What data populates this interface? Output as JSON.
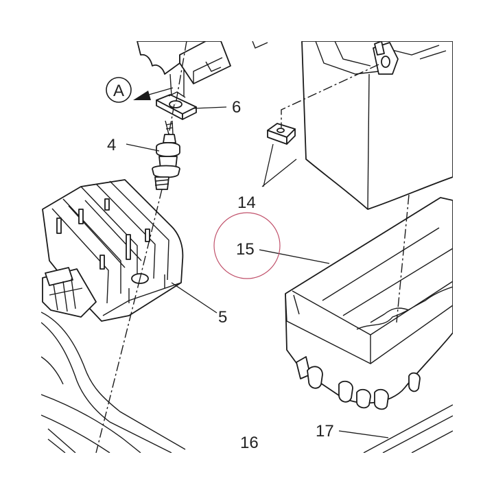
{
  "callouts": {
    "a": "A",
    "p4": "4",
    "p5": "5",
    "p6": "6",
    "p14": "14",
    "p15": "15",
    "p16": "16",
    "p17": "17"
  },
  "colors": {
    "line": "#1a1a1a",
    "highlight_circle": "#c0506a",
    "background": "#ffffff"
  }
}
